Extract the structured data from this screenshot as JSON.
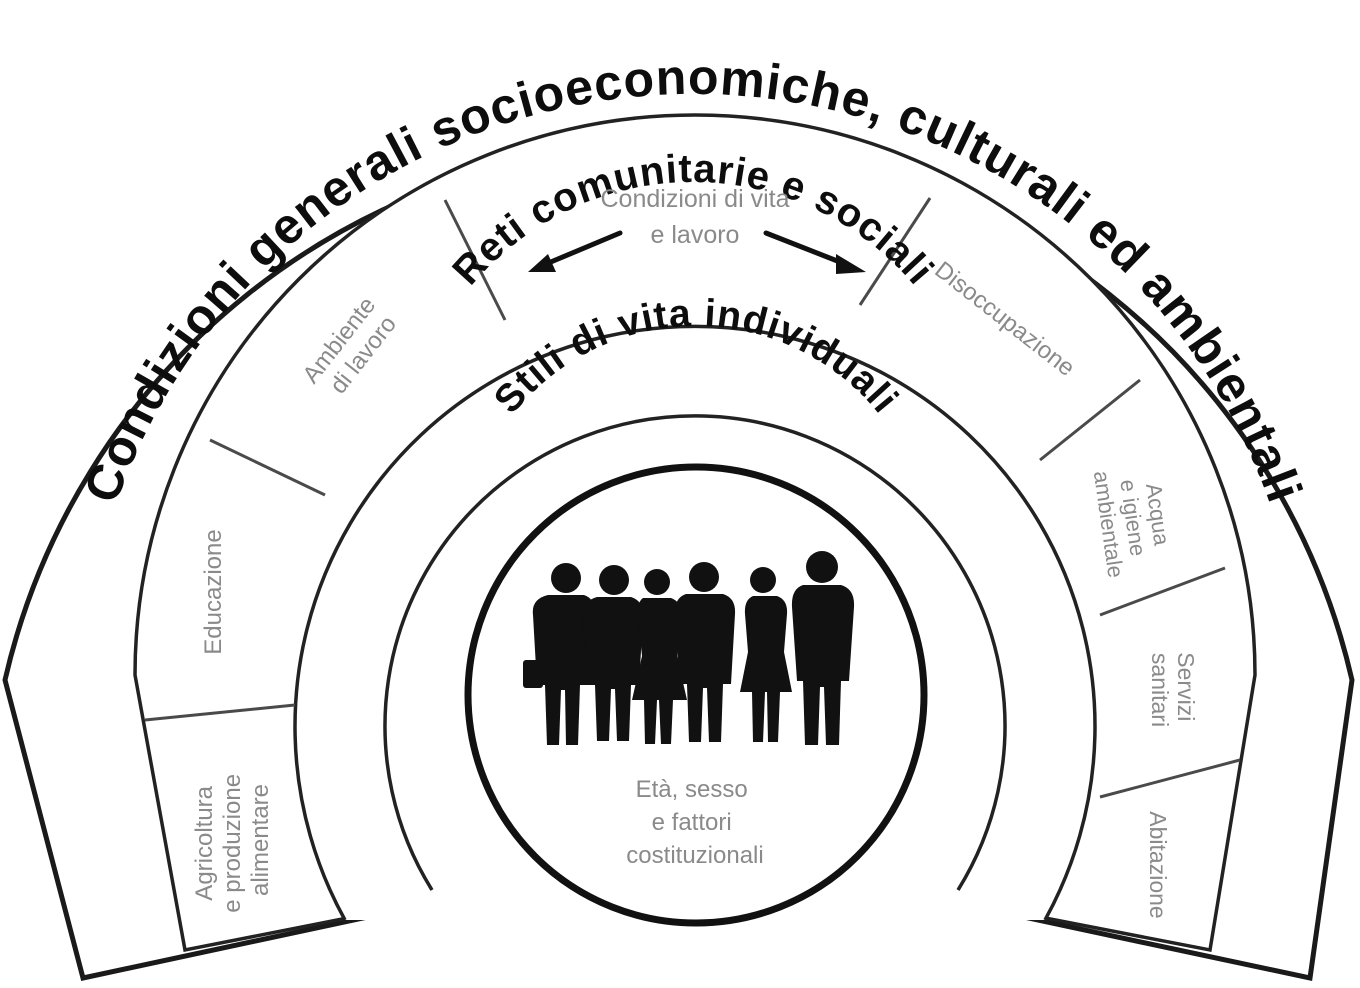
{
  "layers": {
    "outer_title": "Condizioni generali socioeconomiche, culturali ed ambientali",
    "community_title": "Reti comunitarie e sociali",
    "lifestyle_title": "Stili di vita individuali"
  },
  "core": {
    "line1": "Età, sesso",
    "line2": "e fattori",
    "line3": "costituzionali"
  },
  "living_conditions": {
    "top_line1": "Condizioni di vita",
    "top_line2": "e lavoro",
    "sectors": {
      "agriculture": [
        "Agricoltura",
        "e produzione",
        "alimentare"
      ],
      "education": [
        "Educazione"
      ],
      "work_environment": [
        "Ambiente",
        "di lavoro"
      ],
      "unemployment": [
        "Disoccupazione"
      ],
      "water": [
        "Acqua",
        "e igiene",
        "ambientale"
      ],
      "health_services": [
        "Servizi",
        "sanitari"
      ],
      "housing": [
        "Abitazione"
      ]
    }
  },
  "colors": {
    "outline": "#1a1a1a",
    "sector_text": "#8a8a8a",
    "title_text": "#0d0d0d",
    "silhouettes": "#111111"
  },
  "icons": {
    "people_group": "group-of-people-silhouette-icon",
    "arrows": "double-arrow-icon"
  }
}
